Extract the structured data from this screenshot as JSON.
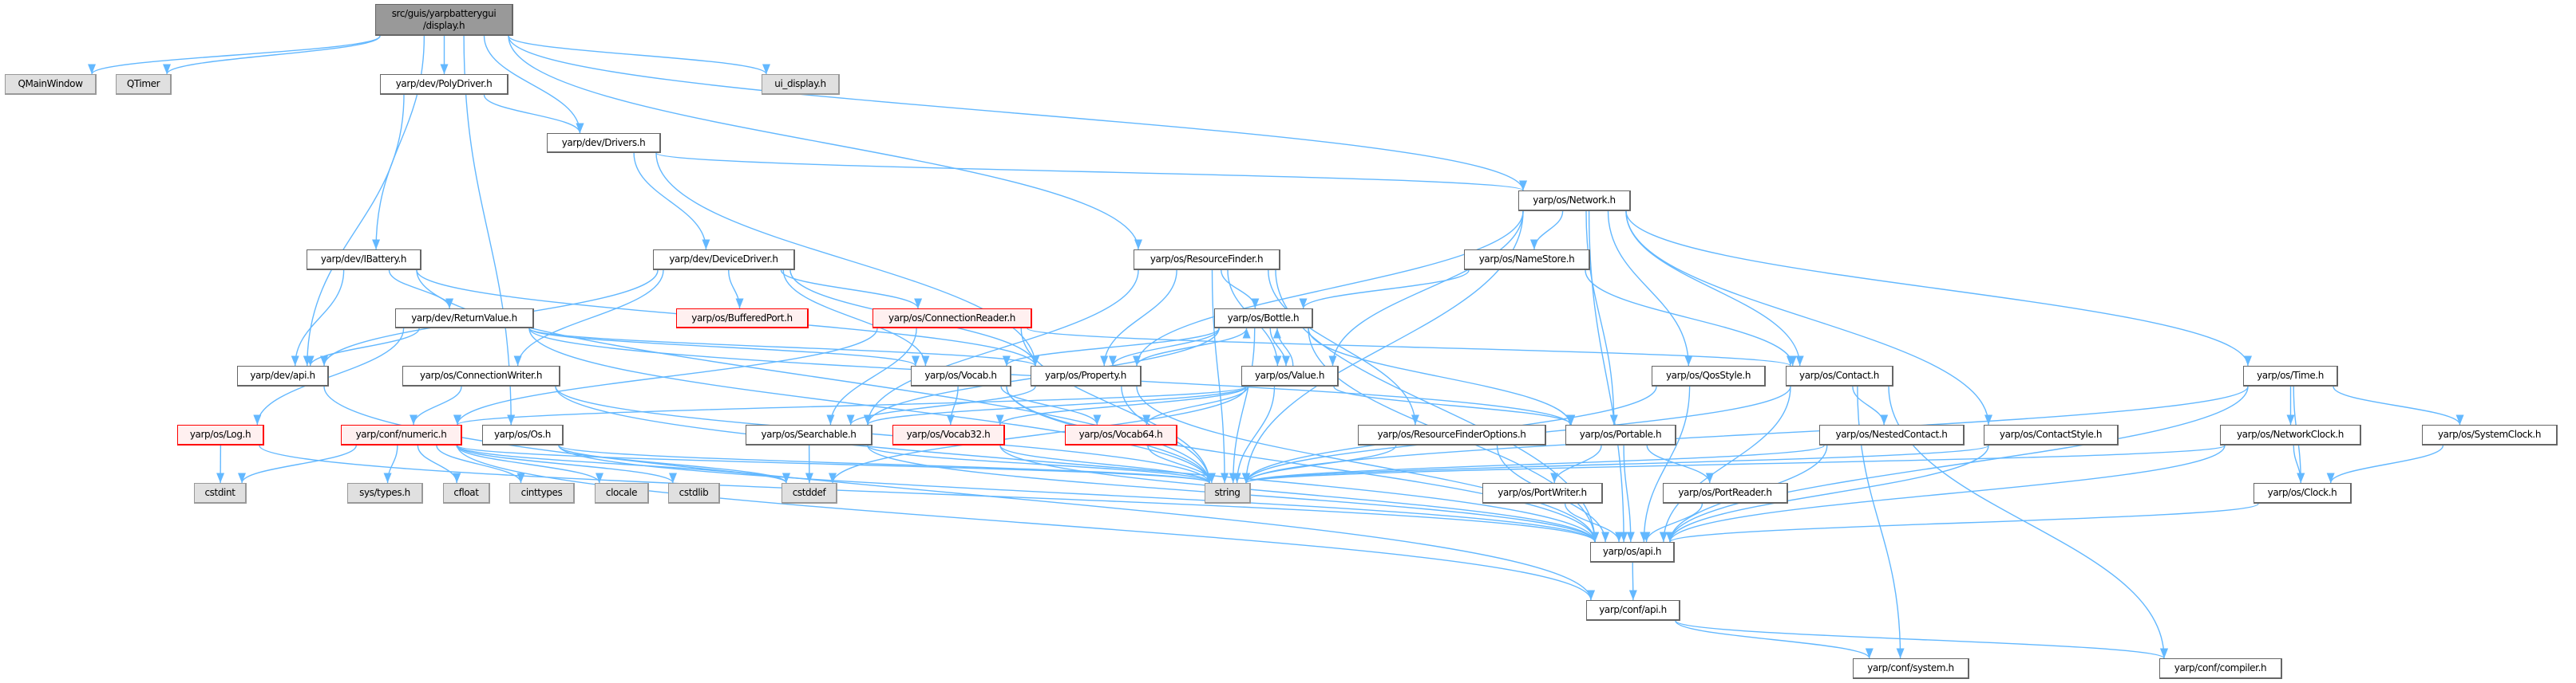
{
  "colors": {
    "edge": "#63b8ff",
    "root_fill": "#999999",
    "normal_fill": "#ffffff",
    "external_fill": "#e0e0e0",
    "red_fill": "#fff0f0",
    "red_border": "#ff0000"
  },
  "nodes": [
    {
      "id": "display",
      "lines": [
        "src/guis/yarpbatterygui",
        "/display.h"
      ],
      "kind": "root"
    },
    {
      "id": "qmainwindow",
      "lines": [
        "QMainWindow"
      ],
      "kind": "external"
    },
    {
      "id": "qtimer",
      "lines": [
        "QTimer"
      ],
      "kind": "external"
    },
    {
      "id": "polydriver",
      "lines": [
        "yarp/dev/PolyDriver.h"
      ],
      "kind": "normal"
    },
    {
      "id": "ui_display",
      "lines": [
        "ui_display.h"
      ],
      "kind": "external"
    },
    {
      "id": "drivers",
      "lines": [
        "yarp/dev/Drivers.h"
      ],
      "kind": "normal"
    },
    {
      "id": "network",
      "lines": [
        "yarp/os/Network.h"
      ],
      "kind": "normal"
    },
    {
      "id": "ibattery",
      "lines": [
        "yarp/dev/IBattery.h"
      ],
      "kind": "normal"
    },
    {
      "id": "devicedriver",
      "lines": [
        "yarp/dev/DeviceDriver.h"
      ],
      "kind": "normal"
    },
    {
      "id": "resourcefinder",
      "lines": [
        "yarp/os/ResourceFinder.h"
      ],
      "kind": "normal"
    },
    {
      "id": "namestore",
      "lines": [
        "yarp/os/NameStore.h"
      ],
      "kind": "normal"
    },
    {
      "id": "returnvalue",
      "lines": [
        "yarp/dev/ReturnValue.h"
      ],
      "kind": "normal"
    },
    {
      "id": "bufferedport",
      "lines": [
        "yarp/os/BufferedPort.h"
      ],
      "kind": "red"
    },
    {
      "id": "connectionreader",
      "lines": [
        "yarp/os/ConnectionReader.h"
      ],
      "kind": "red"
    },
    {
      "id": "bottle",
      "lines": [
        "yarp/os/Bottle.h"
      ],
      "kind": "normal"
    },
    {
      "id": "devapi",
      "lines": [
        "yarp/dev/api.h"
      ],
      "kind": "normal"
    },
    {
      "id": "connectionwriter",
      "lines": [
        "yarp/os/ConnectionWriter.h"
      ],
      "kind": "normal"
    },
    {
      "id": "vocab",
      "lines": [
        "yarp/os/Vocab.h"
      ],
      "kind": "normal"
    },
    {
      "id": "property",
      "lines": [
        "yarp/os/Property.h"
      ],
      "kind": "normal"
    },
    {
      "id": "value",
      "lines": [
        "yarp/os/Value.h"
      ],
      "kind": "normal"
    },
    {
      "id": "qosstyle",
      "lines": [
        "yarp/os/QosStyle.h"
      ],
      "kind": "normal"
    },
    {
      "id": "contact",
      "lines": [
        "yarp/os/Contact.h"
      ],
      "kind": "normal"
    },
    {
      "id": "time",
      "lines": [
        "yarp/os/Time.h"
      ],
      "kind": "normal"
    },
    {
      "id": "log",
      "lines": [
        "yarp/os/Log.h"
      ],
      "kind": "red"
    },
    {
      "id": "numeric",
      "lines": [
        "yarp/conf/numeric.h"
      ],
      "kind": "red"
    },
    {
      "id": "os",
      "lines": [
        "yarp/os/Os.h"
      ],
      "kind": "normal"
    },
    {
      "id": "searchable",
      "lines": [
        "yarp/os/Searchable.h"
      ],
      "kind": "normal"
    },
    {
      "id": "vocab32",
      "lines": [
        "yarp/os/Vocab32.h"
      ],
      "kind": "red"
    },
    {
      "id": "vocab64",
      "lines": [
        "yarp/os/Vocab64.h"
      ],
      "kind": "red"
    },
    {
      "id": "rfoptions",
      "lines": [
        "yarp/os/ResourceFinderOptions.h"
      ],
      "kind": "normal"
    },
    {
      "id": "portable",
      "lines": [
        "yarp/os/Portable.h"
      ],
      "kind": "normal"
    },
    {
      "id": "nestedcontact",
      "lines": [
        "yarp/os/NestedContact.h"
      ],
      "kind": "normal"
    },
    {
      "id": "contactstyle",
      "lines": [
        "yarp/os/ContactStyle.h"
      ],
      "kind": "normal"
    },
    {
      "id": "networkclock",
      "lines": [
        "yarp/os/NetworkClock.h"
      ],
      "kind": "normal"
    },
    {
      "id": "systemclock",
      "lines": [
        "yarp/os/SystemClock.h"
      ],
      "kind": "normal"
    },
    {
      "id": "cstdint",
      "lines": [
        "cstdint"
      ],
      "kind": "external"
    },
    {
      "id": "systypes",
      "lines": [
        "sys/types.h"
      ],
      "kind": "external"
    },
    {
      "id": "cfloat",
      "lines": [
        "cfloat"
      ],
      "kind": "external"
    },
    {
      "id": "cinttypes",
      "lines": [
        "cinttypes"
      ],
      "kind": "external"
    },
    {
      "id": "clocale",
      "lines": [
        "clocale"
      ],
      "kind": "external"
    },
    {
      "id": "cstdlib",
      "lines": [
        "cstdlib"
      ],
      "kind": "external"
    },
    {
      "id": "cstddef",
      "lines": [
        "cstddef"
      ],
      "kind": "external"
    },
    {
      "id": "string",
      "lines": [
        "string"
      ],
      "kind": "external"
    },
    {
      "id": "portwriter",
      "lines": [
        "yarp/os/PortWriter.h"
      ],
      "kind": "normal"
    },
    {
      "id": "portreader",
      "lines": [
        "yarp/os/PortReader.h"
      ],
      "kind": "normal"
    },
    {
      "id": "clock",
      "lines": [
        "yarp/os/Clock.h"
      ],
      "kind": "normal"
    },
    {
      "id": "osapi",
      "lines": [
        "yarp/os/api.h"
      ],
      "kind": "normal"
    },
    {
      "id": "confapi",
      "lines": [
        "yarp/conf/api.h"
      ],
      "kind": "normal"
    },
    {
      "id": "confsystem",
      "lines": [
        "yarp/conf/system.h"
      ],
      "kind": "normal"
    },
    {
      "id": "confcompiler",
      "lines": [
        "yarp/conf/compiler.h"
      ],
      "kind": "normal"
    }
  ],
  "edges": [
    [
      "display",
      "qmainwindow"
    ],
    [
      "display",
      "qtimer"
    ],
    [
      "display",
      "polydriver"
    ],
    [
      "display",
      "ui_display"
    ],
    [
      "display",
      "drivers"
    ],
    [
      "display",
      "ibattery"
    ],
    [
      "display",
      "network"
    ],
    [
      "display",
      "resourcefinder"
    ],
    [
      "display",
      "os"
    ],
    [
      "polydriver",
      "drivers"
    ],
    [
      "polydriver",
      "devapi"
    ],
    [
      "drivers",
      "network"
    ],
    [
      "drivers",
      "devicedriver"
    ],
    [
      "drivers",
      "property"
    ],
    [
      "ibattery",
      "devapi"
    ],
    [
      "ibattery",
      "returnvalue"
    ],
    [
      "ibattery",
      "property"
    ],
    [
      "ibattery",
      "string"
    ],
    [
      "devicedriver",
      "devapi"
    ],
    [
      "devicedriver",
      "bufferedport"
    ],
    [
      "devicedriver",
      "connectionreader"
    ],
    [
      "devicedriver",
      "connectionwriter"
    ],
    [
      "devicedriver",
      "property"
    ],
    [
      "devicedriver",
      "vocab"
    ],
    [
      "returnvalue",
      "devapi"
    ],
    [
      "returnvalue",
      "log"
    ],
    [
      "returnvalue",
      "vocab"
    ],
    [
      "returnvalue",
      "property"
    ],
    [
      "returnvalue",
      "portable"
    ],
    [
      "returnvalue",
      "string"
    ],
    [
      "connectionreader",
      "searchable"
    ],
    [
      "connectionreader",
      "numeric"
    ],
    [
      "connectionreader",
      "string"
    ],
    [
      "connectionreader",
      "contact"
    ],
    [
      "network",
      "namestore"
    ],
    [
      "network",
      "property"
    ],
    [
      "network",
      "value"
    ],
    [
      "network",
      "portable"
    ],
    [
      "network",
      "qosstyle"
    ],
    [
      "network",
      "contact"
    ],
    [
      "network",
      "contactstyle"
    ],
    [
      "network",
      "time"
    ],
    [
      "network",
      "osapi"
    ],
    [
      "network",
      "string"
    ],
    [
      "resourcefinder",
      "bottle"
    ],
    [
      "resourcefinder",
      "property"
    ],
    [
      "resourcefinder",
      "searchable"
    ],
    [
      "resourcefinder",
      "value"
    ],
    [
      "resourcefinder",
      "rfoptions"
    ],
    [
      "resourcefinder",
      "string"
    ],
    [
      "resourcefinder",
      "osapi"
    ],
    [
      "namestore",
      "bottle"
    ],
    [
      "namestore",
      "contact"
    ],
    [
      "bottle",
      "property"
    ],
    [
      "bottle",
      "value"
    ],
    [
      "bottle",
      "searchable"
    ],
    [
      "bottle",
      "portable"
    ],
    [
      "bottle",
      "vocab"
    ],
    [
      "bottle",
      "string"
    ],
    [
      "bottle",
      "osapi"
    ],
    [
      "property",
      "bottle"
    ],
    [
      "property",
      "searchable"
    ],
    [
      "property",
      "string"
    ],
    [
      "property",
      "osapi"
    ],
    [
      "value",
      "bottle"
    ],
    [
      "value",
      "searchable"
    ],
    [
      "value",
      "vocab32"
    ],
    [
      "value",
      "vocab64"
    ],
    [
      "value",
      "portable"
    ],
    [
      "value",
      "string"
    ],
    [
      "value",
      "cstddef"
    ],
    [
      "value",
      "numeric"
    ],
    [
      "vocab",
      "vocab32"
    ],
    [
      "vocab",
      "vocab64"
    ],
    [
      "vocab",
      "string"
    ],
    [
      "vocab",
      "osapi"
    ],
    [
      "connectionwriter",
      "numeric"
    ],
    [
      "connectionwriter",
      "string"
    ],
    [
      "connectionwriter",
      "osapi"
    ],
    [
      "qosstyle",
      "string"
    ],
    [
      "qosstyle",
      "osapi"
    ],
    [
      "contact",
      "nestedcontact"
    ],
    [
      "contact",
      "string"
    ],
    [
      "contact",
      "osapi"
    ],
    [
      "contact",
      "confsystem"
    ],
    [
      "contact",
      "confcompiler"
    ],
    [
      "time",
      "networkclock"
    ],
    [
      "time",
      "systemclock"
    ],
    [
      "time",
      "clock"
    ],
    [
      "time",
      "osapi"
    ],
    [
      "time",
      "string"
    ],
    [
      "devapi",
      "confapi"
    ],
    [
      "log",
      "cstdint"
    ],
    [
      "log",
      "osapi"
    ],
    [
      "numeric",
      "cstdint"
    ],
    [
      "numeric",
      "systypes"
    ],
    [
      "numeric",
      "cfloat"
    ],
    [
      "numeric",
      "cinttypes"
    ],
    [
      "numeric",
      "clocale"
    ],
    [
      "numeric",
      "cstdlib"
    ],
    [
      "numeric",
      "cstddef"
    ],
    [
      "numeric",
      "string"
    ],
    [
      "numeric",
      "confapi"
    ],
    [
      "os",
      "string"
    ],
    [
      "os",
      "cstddef"
    ],
    [
      "os",
      "osapi"
    ],
    [
      "searchable",
      "cstddef"
    ],
    [
      "searchable",
      "string"
    ],
    [
      "searchable",
      "osapi"
    ],
    [
      "vocab32",
      "string"
    ],
    [
      "vocab32",
      "osapi"
    ],
    [
      "vocab64",
      "string"
    ],
    [
      "rfoptions",
      "string"
    ],
    [
      "rfoptions",
      "osapi"
    ],
    [
      "portable",
      "portwriter"
    ],
    [
      "portable",
      "portreader"
    ],
    [
      "portable",
      "osapi"
    ],
    [
      "nestedcontact",
      "string"
    ],
    [
      "nestedcontact",
      "osapi"
    ],
    [
      "contactstyle",
      "string"
    ],
    [
      "contactstyle",
      "osapi"
    ],
    [
      "networkclock",
      "clock"
    ],
    [
      "networkclock",
      "string"
    ],
    [
      "networkclock",
      "osapi"
    ],
    [
      "systemclock",
      "clock"
    ],
    [
      "clock",
      "osapi"
    ],
    [
      "portwriter",
      "osapi"
    ],
    [
      "portreader",
      "osapi"
    ],
    [
      "osapi",
      "confapi"
    ],
    [
      "confapi",
      "confsystem"
    ],
    [
      "confapi",
      "confcompiler"
    ]
  ]
}
